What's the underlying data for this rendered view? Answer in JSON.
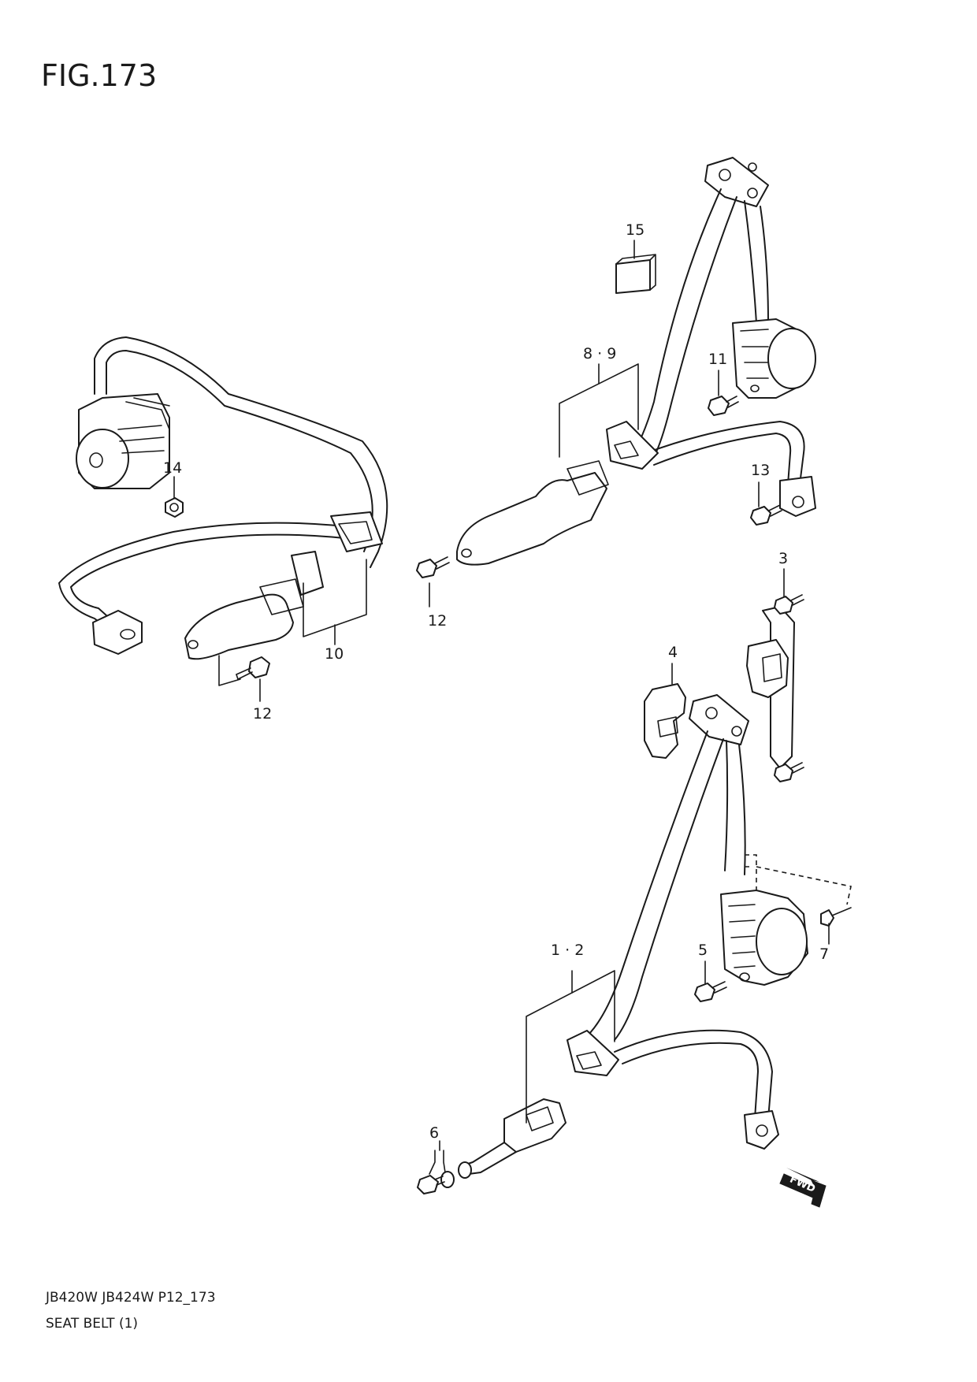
{
  "figure": {
    "title": "FIG.173"
  },
  "callouts": {
    "c1": "1 · 2",
    "c3": "3",
    "c4": "4",
    "c5": "5",
    "c6": "6",
    "c7": "7",
    "c8": "8 · 9",
    "c10": "10",
    "c11": "11",
    "c12a": "12",
    "c12b": "12",
    "c13": "13",
    "c14": "14",
    "c15": "15"
  },
  "fwd_marker": "FWD",
  "footer": {
    "model_line": "JB420W JB424W P12_173",
    "caption": "SEAT BELT (1)"
  }
}
